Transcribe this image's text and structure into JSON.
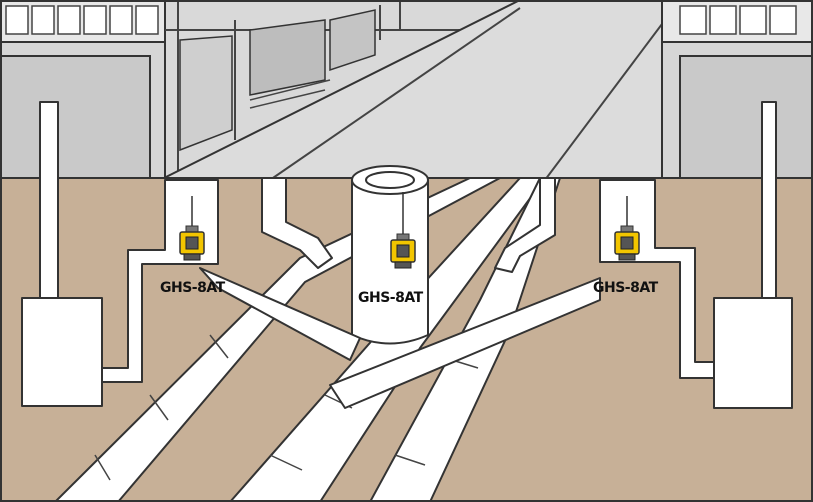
{
  "labels": {
    "sensor_left": "GHS-8AT",
    "sensor_center": "GHS-8AT",
    "sensor_right": "GHS-8AT"
  },
  "colors": {
    "soil": "#c7b097",
    "building": "#cfcfcf",
    "street": "#dadada",
    "outline": "#333333",
    "pipe": "#ffffff",
    "sensor_body": "#f2c500"
  }
}
